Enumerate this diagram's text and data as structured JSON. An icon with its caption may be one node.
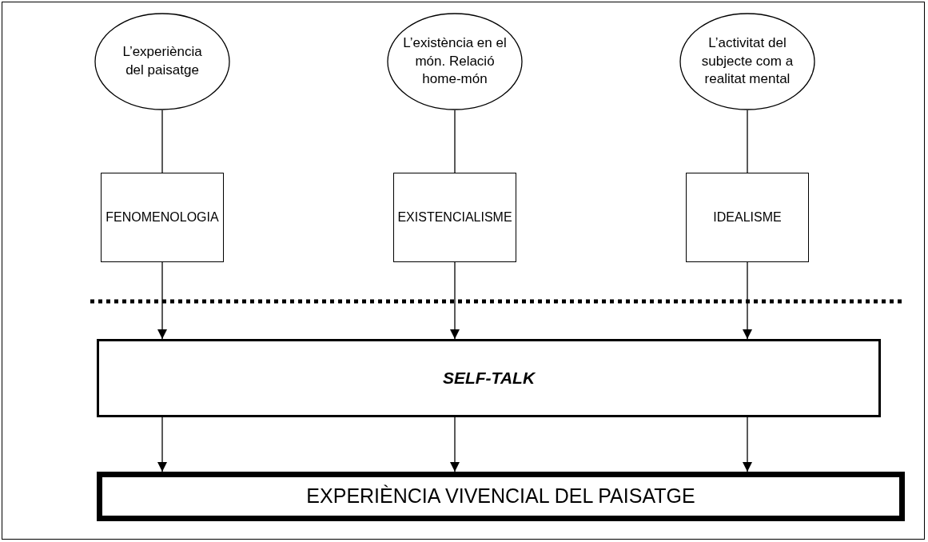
{
  "diagram": {
    "nodes": [
      {
        "text": [
          "L’experiència del paisatge"
        ]
      },
      {
        "text": [
          "L’existència en el món. Relació home-món"
        ]
      },
      {
        "text": [
          "L’activitat del subjecte com a realitat mental"
        ]
      },
      {
        "text": [
          "FENOMENOLOGIA"
        ]
      },
      {
        "text": [
          "EXISTENCIALISME"
        ]
      },
      {
        "text": [
          "IDEALISME"
        ]
      },
      {
        "text": [
          "SELF-TALK"
        ]
      },
      {
        "text": [
          "EXPERIÈNCIA VIVENCIAL DEL PAISATGE"
        ]
      }
    ],
    "edges": [
      {
        "from": 0,
        "to": 3,
        "arrow": "none"
      },
      {
        "from": 1,
        "to": 4,
        "arrow": "none"
      },
      {
        "from": 2,
        "to": 5,
        "arrow": "none"
      },
      {
        "from": 3,
        "to": 6,
        "arrow": "to"
      },
      {
        "from": 4,
        "to": 6,
        "arrow": "to"
      },
      {
        "from": 5,
        "to": 6,
        "arrow": "to"
      },
      {
        "from": 6,
        "to": 7,
        "arrow": "to"
      },
      {
        "from": 6,
        "to": 7,
        "arrow": "to"
      },
      {
        "from": 6,
        "to": 7,
        "arrow": "to"
      }
    ]
  }
}
